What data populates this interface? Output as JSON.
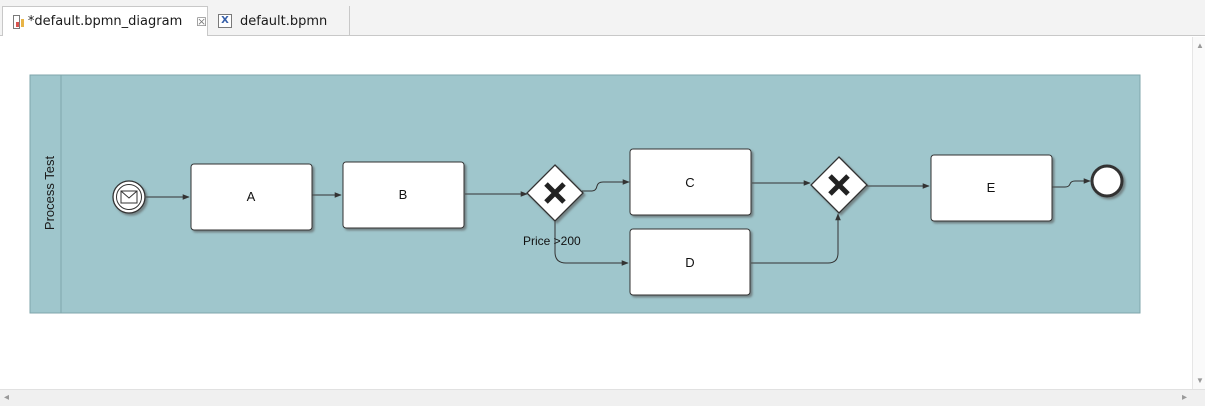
{
  "tabs": [
    {
      "label": "*default.bpmn_diagram",
      "icon": "diagram-icon",
      "active": true,
      "closable": true
    },
    {
      "label": "default.bpmn",
      "icon": "xml-file-icon",
      "active": false
    }
  ],
  "close_glyph": "☒",
  "diagram": {
    "pool_label": "Process Test",
    "colors": {
      "pool_fill": "#9fc6cc",
      "task_fill": "#ffffff",
      "stroke": "#333333"
    },
    "tasks": {
      "a": "A",
      "b": "B",
      "c": "C",
      "d": "D",
      "e": "E"
    },
    "condition_label": "Price >200",
    "start_event": "message-start-event",
    "end_event": "end-event",
    "gateways": [
      "exclusive-gateway-split",
      "exclusive-gateway-join"
    ]
  }
}
